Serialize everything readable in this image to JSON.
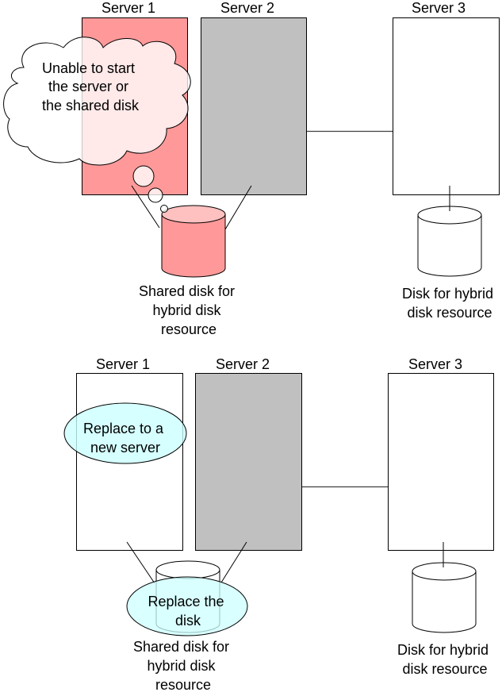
{
  "colors": {
    "failed_fill": "#ff9999",
    "failed_disk_top": "#ffc0c0",
    "standby_fill": "#c0c0c0",
    "normal_fill": "#ffffff",
    "cloud_fill": "#ffffff",
    "callout_fill": "#ccffff",
    "stroke": "#000000",
    "network_line": "#404040"
  },
  "top_scenario": {
    "server1_label": "Server 1",
    "server2_label": "Server 2",
    "server3_label": "Server 3",
    "cloud_lines": [
      "Unable  to start",
      "the server or",
      "the shared disk"
    ],
    "shared_disk_label": [
      "Shared disk for",
      "hybrid disk",
      "resource"
    ],
    "hybrid_disk_label": [
      "Disk for hybrid",
      "disk resource"
    ]
  },
  "bottom_scenario": {
    "server1_label": "Server 1",
    "server2_label": "Server 2",
    "server3_label": "Server 3",
    "server_callout": [
      "Replace to a",
      "new server"
    ],
    "disk_callout": [
      "Replace the",
      "disk"
    ],
    "shared_disk_label": [
      "Shared disk for",
      "hybrid disk",
      "resource"
    ],
    "hybrid_disk_label": [
      "Disk for hybrid",
      "disk resource"
    ]
  }
}
